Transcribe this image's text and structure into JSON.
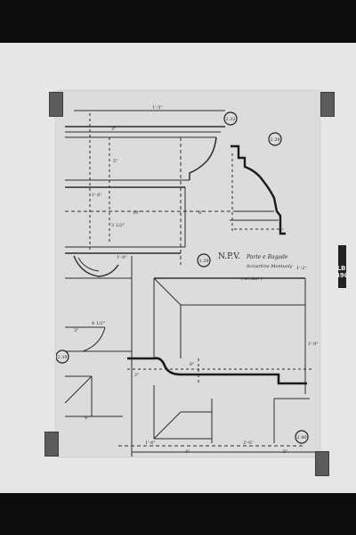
{
  "drawing": {
    "title": "N.P.V.",
    "subtitle": "Porte e Bagade",
    "subtitle2": "Scivartine Montuoly",
    "scale_note": "( at size )",
    "markers": {
      "top_left": "2.32",
      "top_right": "2.38",
      "mid": "2.39",
      "left": "2.39",
      "bottom_right": "2.40"
    },
    "dimensions": {
      "d1": "1'-5\"",
      "d2": "3\"",
      "d3": "5\"",
      "d4": "1'-6\"",
      "d5": "3 1/2\"",
      "d6": "10\"",
      "d7": "6\"",
      "d8": "1'-0\"",
      "d9": "1'-2\"",
      "d10": "4 1/2\"",
      "d11": "3\"",
      "d12": "1'-9\"",
      "d13": "2\"",
      "d14": "6\"",
      "d15": "4\"",
      "d16": "1'-0\"",
      "d17": "2'-0\"",
      "d18": "4\"",
      "d19": "5\""
    }
  },
  "archive": {
    "label_top": "LB",
    "label_bottom": "490"
  }
}
